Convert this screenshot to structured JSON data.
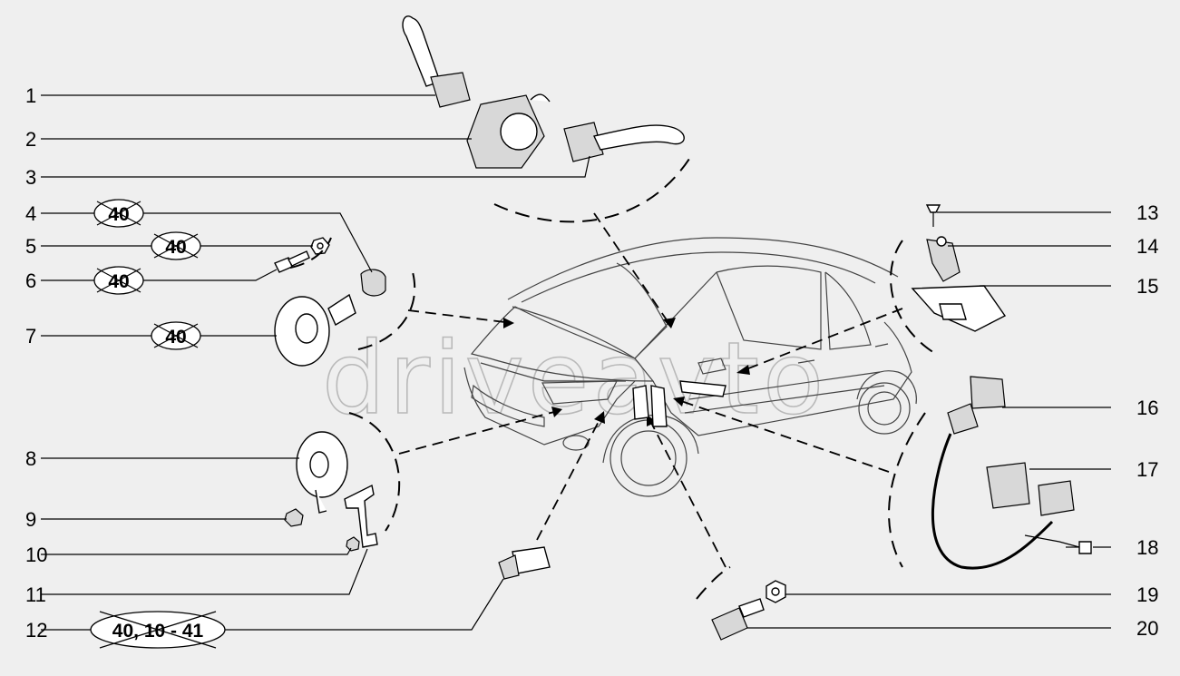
{
  "watermark": "driveavto",
  "callouts": [
    {
      "number": "1",
      "badge": ""
    },
    {
      "number": "2",
      "badge": ""
    },
    {
      "number": "3",
      "badge": ""
    },
    {
      "number": "4",
      "badge": "40"
    },
    {
      "number": "5",
      "badge": "40"
    },
    {
      "number": "6",
      "badge": "40"
    },
    {
      "number": "7",
      "badge": "40"
    },
    {
      "number": "8",
      "badge": ""
    },
    {
      "number": "9",
      "badge": ""
    },
    {
      "number": "10",
      "badge": ""
    },
    {
      "number": "11",
      "badge": ""
    },
    {
      "number": "12",
      "badge": "40, 10 - 41"
    },
    {
      "number": "13",
      "badge": ""
    },
    {
      "number": "14",
      "badge": ""
    },
    {
      "number": "15",
      "badge": ""
    },
    {
      "number": "16",
      "badge": ""
    },
    {
      "number": "17",
      "badge": ""
    },
    {
      "number": "18",
      "badge": ""
    },
    {
      "number": "19",
      "badge": ""
    },
    {
      "number": "20",
      "badge": ""
    }
  ]
}
